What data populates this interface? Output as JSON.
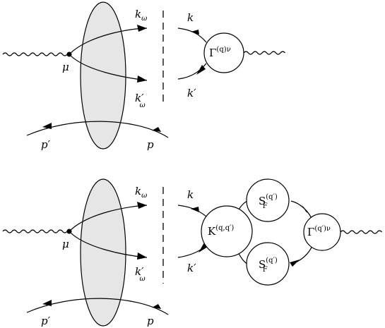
{
  "top_diagram": {
    "labels": {
      "k_omega": "k",
      "k_omega_sub": "ω",
      "k_omega_prime": "k′",
      "k_omega_prime_sub": "ω",
      "mu": "μ",
      "p_prime": "p′",
      "p": "p",
      "k": "k",
      "k_prime": "k′"
    },
    "vertex": {
      "main": "Γ",
      "sup": "(q)ν"
    }
  },
  "bottom_diagram": {
    "labels": {
      "k_omega": "k",
      "k_omega_sub": "ω",
      "k_omega_prime": "k′",
      "k_omega_prime_sub": "ω",
      "mu": "μ",
      "p_prime": "p′",
      "p": "p",
      "k": "k",
      "k_prime": "k′"
    },
    "kernel": {
      "main": "K",
      "sup": "(q,q′)"
    },
    "propagator_top": {
      "main": "S",
      "sup": "(q′)",
      "sub": "F"
    },
    "propagator_bottom": {
      "main": "S",
      "sup": "(q′)",
      "sub": "F"
    },
    "vertex": {
      "main": "Γ",
      "sup": "(q′)ν"
    }
  }
}
